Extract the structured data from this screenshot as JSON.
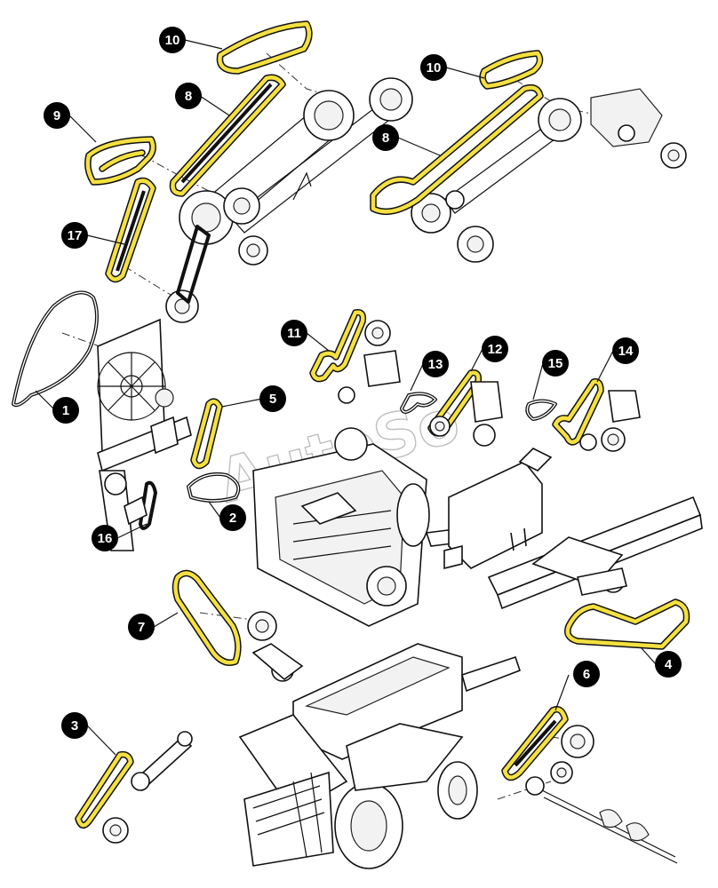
{
  "diagram": {
    "watermark": "AutoSo",
    "callouts": [
      {
        "id": "c1",
        "number": "1"
      },
      {
        "id": "c2",
        "number": "2"
      },
      {
        "id": "c3",
        "number": "3"
      },
      {
        "id": "c4",
        "number": "4"
      },
      {
        "id": "c5",
        "number": "5"
      },
      {
        "id": "c6",
        "number": "6"
      },
      {
        "id": "c7",
        "number": "7"
      },
      {
        "id": "c8a",
        "number": "8"
      },
      {
        "id": "c8b",
        "number": "8"
      },
      {
        "id": "c9",
        "number": "9"
      },
      {
        "id": "c10a",
        "number": "10"
      },
      {
        "id": "c10b",
        "number": "10"
      },
      {
        "id": "c11",
        "number": "11"
      },
      {
        "id": "c12",
        "number": "12"
      },
      {
        "id": "c13",
        "number": "13"
      },
      {
        "id": "c14",
        "number": "14"
      },
      {
        "id": "c15",
        "number": "15"
      },
      {
        "id": "c16",
        "number": "16"
      },
      {
        "id": "c17",
        "number": "17"
      }
    ]
  }
}
